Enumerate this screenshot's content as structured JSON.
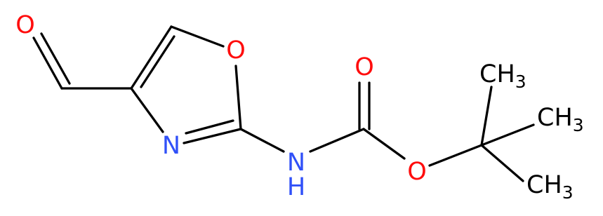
{
  "colors": {
    "bond": "#000000",
    "oxygen": "#ff0d0d",
    "nitrogen": "#3050f8",
    "carbon": "#000000",
    "background": "#ffffff"
  },
  "atoms": {
    "aldehyde_o": "O",
    "ring_o": "O",
    "ring_n": "N",
    "carbonyl_o": "O",
    "ester_o": "O",
    "amine_n": "N",
    "amine_h": "H"
  },
  "methyls": [
    {
      "main": "CH",
      "sub": "3"
    },
    {
      "main": "CH",
      "sub": "3"
    },
    {
      "main": "CH",
      "sub": "3"
    }
  ]
}
